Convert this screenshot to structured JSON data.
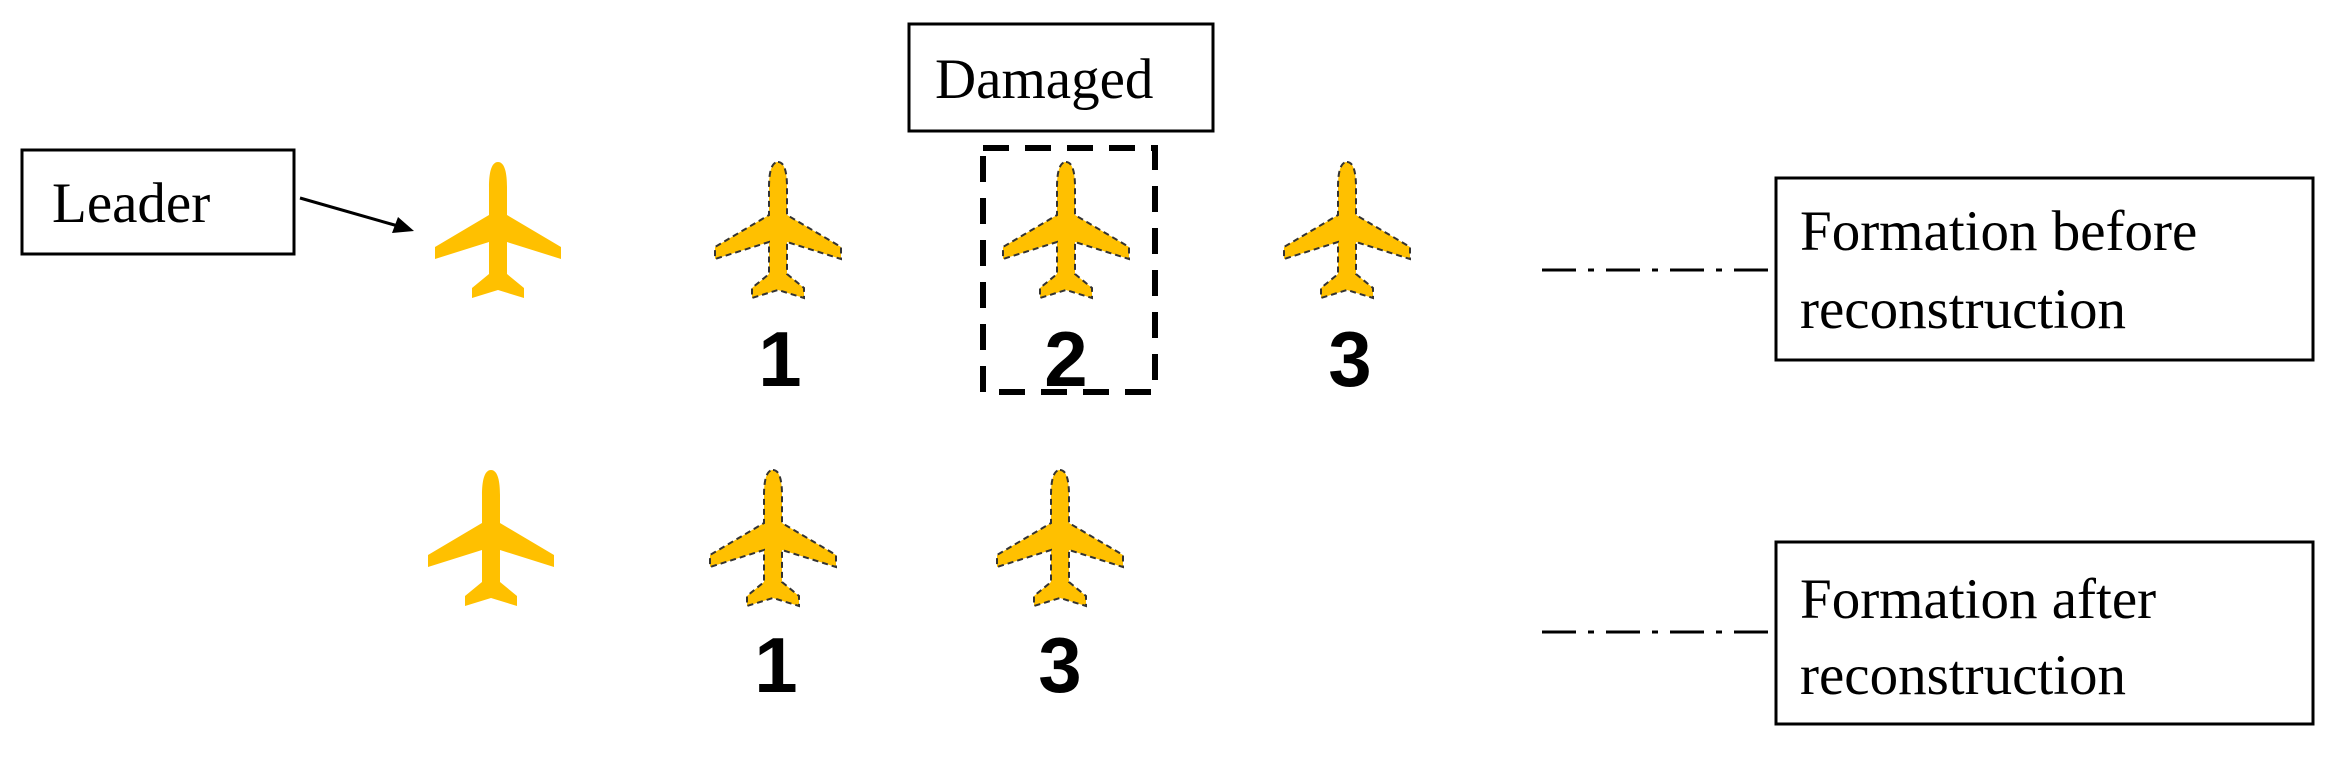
{
  "labels": {
    "leader": "Leader",
    "damaged": "Damaged",
    "before_line1": "Formation before",
    "before_line2": "reconstruction",
    "after_line1": "Formation after",
    "after_line2": "reconstruction"
  },
  "before_formation": {
    "numbers": [
      "1",
      "2",
      "3"
    ]
  },
  "after_formation": {
    "numbers": [
      "1",
      "3"
    ]
  },
  "colors": {
    "plane": "#FFC000",
    "plane_dash": "#333333",
    "outline": "#000000"
  },
  "icons": {
    "plane": "airplane-icon"
  }
}
